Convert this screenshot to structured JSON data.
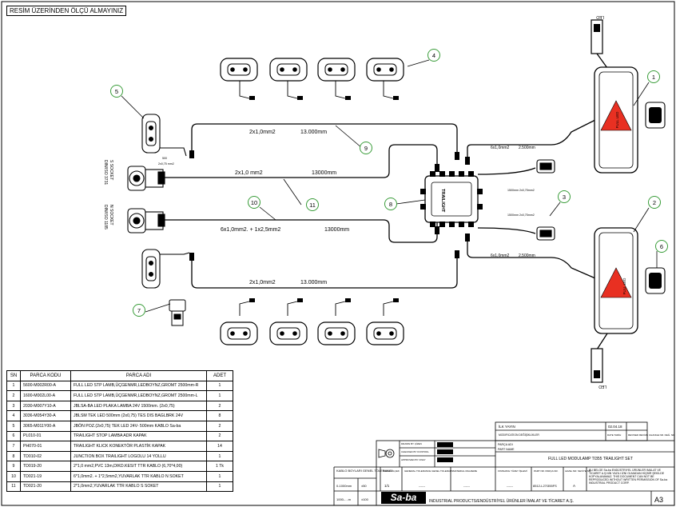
{
  "warning_note": "RESİM ÜZERİNDEN ÖLÇÜ ALMAYINIZ",
  "balloons": [
    "1",
    "2",
    "3",
    "4",
    "5",
    "6",
    "7",
    "8",
    "9",
    "10",
    "11"
  ],
  "drawing_labels": {
    "led_top": "LED",
    "led_bottom": "LED",
    "full_led_a": "FULL LED",
    "full_led_b": "FULL LED",
    "socket_top": "S SOCKET",
    "socket_top_code": "DIN/ISO 3731",
    "socket_bottom": "N SOCKET",
    "socket_bottom_code": "DIN/ISO 1185",
    "junction_box": "TRAILIGHT",
    "cable_upper_spec": "2x1,0mm2",
    "cable_upper_len": "13.000mm",
    "cable_mid_spec": "2x1,0 mm2",
    "cable_mid_len": "13000mm",
    "cable_6x_spec": "6x1,0mm2. + 1x2,5mm2",
    "cable_6x_len": "13000mm",
    "cable_lower_spec": "2x1,0mm2",
    "cable_lower_len": "13.000mm",
    "lamp_cable_top_spec": "6x1,0mm2",
    "lamp_cable_top_len": "2.500mm",
    "lamp_cable_bottom_spec": "6x1,0mm2",
    "lamp_cable_bottom_len": "2.500mm",
    "plate_cable_len": "500",
    "plate_cable_spec": "2x0,75  mm2",
    "stop_cable_1": "1500mm 2x0,75mm2",
    "stop_cable_2": "1500mm 2x0,75mm2"
  },
  "bom": {
    "headers": [
      "SN",
      "PARCA KODU",
      "PARCA ADI",
      "ADET"
    ],
    "rows": [
      [
        "1",
        "5600-M002R00-A",
        "FULL LED STP LAMB,ÜÇGENMR,LEDBOYNZ,GROMT 2500mm-R",
        "1"
      ],
      [
        "2",
        "1600-M002L00-A",
        "FULL LED STP LAMB,ÜÇGENMR,LEDBOYNZ,GROMT 2500mm-L",
        "1"
      ],
      [
        "3",
        "2030-M007Y10-A",
        "JBLSA-BA LED PLAKA LAMBA 24V 1500mm. (2x0,75)",
        "2"
      ],
      [
        "4",
        "3036-M054Y30-A",
        "JBLSM TEK LED 500mm (2x0,75) TES DIS BAGLBRK 24V",
        "8"
      ],
      [
        "5",
        "3065-M011Y00-A",
        "JBÖN POZ.(2x0,75) TEK LED 24V- 500mm KABLO Sa-ba",
        "2"
      ],
      [
        "6",
        "PL010-01",
        "TRAILIGHT STOP LAMBA ADR KAPAK",
        "2"
      ],
      [
        "7",
        "PH070-01",
        "TRAILIGHT KLICK KONEKTÖR PLASTİK KAPAK",
        "14"
      ],
      [
        "8",
        "TD010-02",
        "JUNCTION BOX TRAILIGHT LOGOLU 14 YOLLU",
        "1"
      ],
      [
        "9",
        "TD019-20",
        "2*1,0 mm2,PVC 13m,DIKD.KESIT TTR KABLO (6,70*4,00)",
        "1 Tk"
      ],
      [
        "10",
        "TD021-19",
        "6*1,0mm2. + 1*2,5mm2,YUVARLAK TTR KABLO N SOKET",
        "1"
      ],
      [
        "11",
        "TD021-20",
        "2*1,0mm2,YUVARLAK TTR KABLO S SOKET",
        "1"
      ]
    ]
  },
  "title_block": {
    "revision_label": "İLK YAYIN",
    "revision_date": "02.04.18",
    "modification": "MODIFICATION DEĞİŞİKLİKLER",
    "date_label": "DATE TARİH",
    "revised_label": "REVISED REVİZE",
    "change_label": "CHANGE NR. DEĞ. NR",
    "drawn_by": "DRAWN BY ÇİZEN",
    "checked_by": "CHECKED BY KONTROL",
    "approved_by": "APPROVED BY ONAY",
    "part_name_label": "PARÇA ADI",
    "part_name_en": "PART NAME",
    "part_name": "FULL LED MODULAMP TI355 TRAILIGHT SET",
    "cable_length_label": "KABLO BOYLARI GENEL TOLERANSI",
    "tol_row1_range": "0-1000mm",
    "tol_row1_value": "±50",
    "tol_row2_range": "1000-....m",
    "tol_row2_value": "±100",
    "scale_label": "SCALE ÖLÇEK",
    "scale_value": "1/1",
    "general_tol_label": "GENERAL TOLERANCE GENEL TOLERANS",
    "material_label": "MATERIAL MALZEME",
    "finishing_label": "FINISHING YÜZEY İŞLEMİ",
    "part_nr_label": "PART NR. PARÇA NR.",
    "part_nr_value": "8512-L27I355FS",
    "level_label": "LEVEL NR. SEVİYE NR.",
    "level_value": "A",
    "placeholder_1": "------",
    "placeholder_2": "------",
    "placeholder_3": "------",
    "legal_text": "BU BELGE Sa-ba ENDÜSTRİYEL ÜRÜNLER İMALAT VE TİCARET A.Ş.NİN YAZILI İZNİ OLMADAN HİÇBİR ŞEKİLDE KOPYALANAMAZ. THIS DOCUMENT CAN NOT BE REPRODUCED WITHOUT WRITTEN PERMISSION OF Sa-ba INDUSTRIAL PRODUCT CORP.",
    "company_logo": "Sa-ba",
    "company_name": "INDUSTRIAL PRODUCTS/ENDÜSTRİYEL ÜRÜNLER İMALAT VE TİCARET A.Ş.",
    "sheet_size": "A3"
  }
}
